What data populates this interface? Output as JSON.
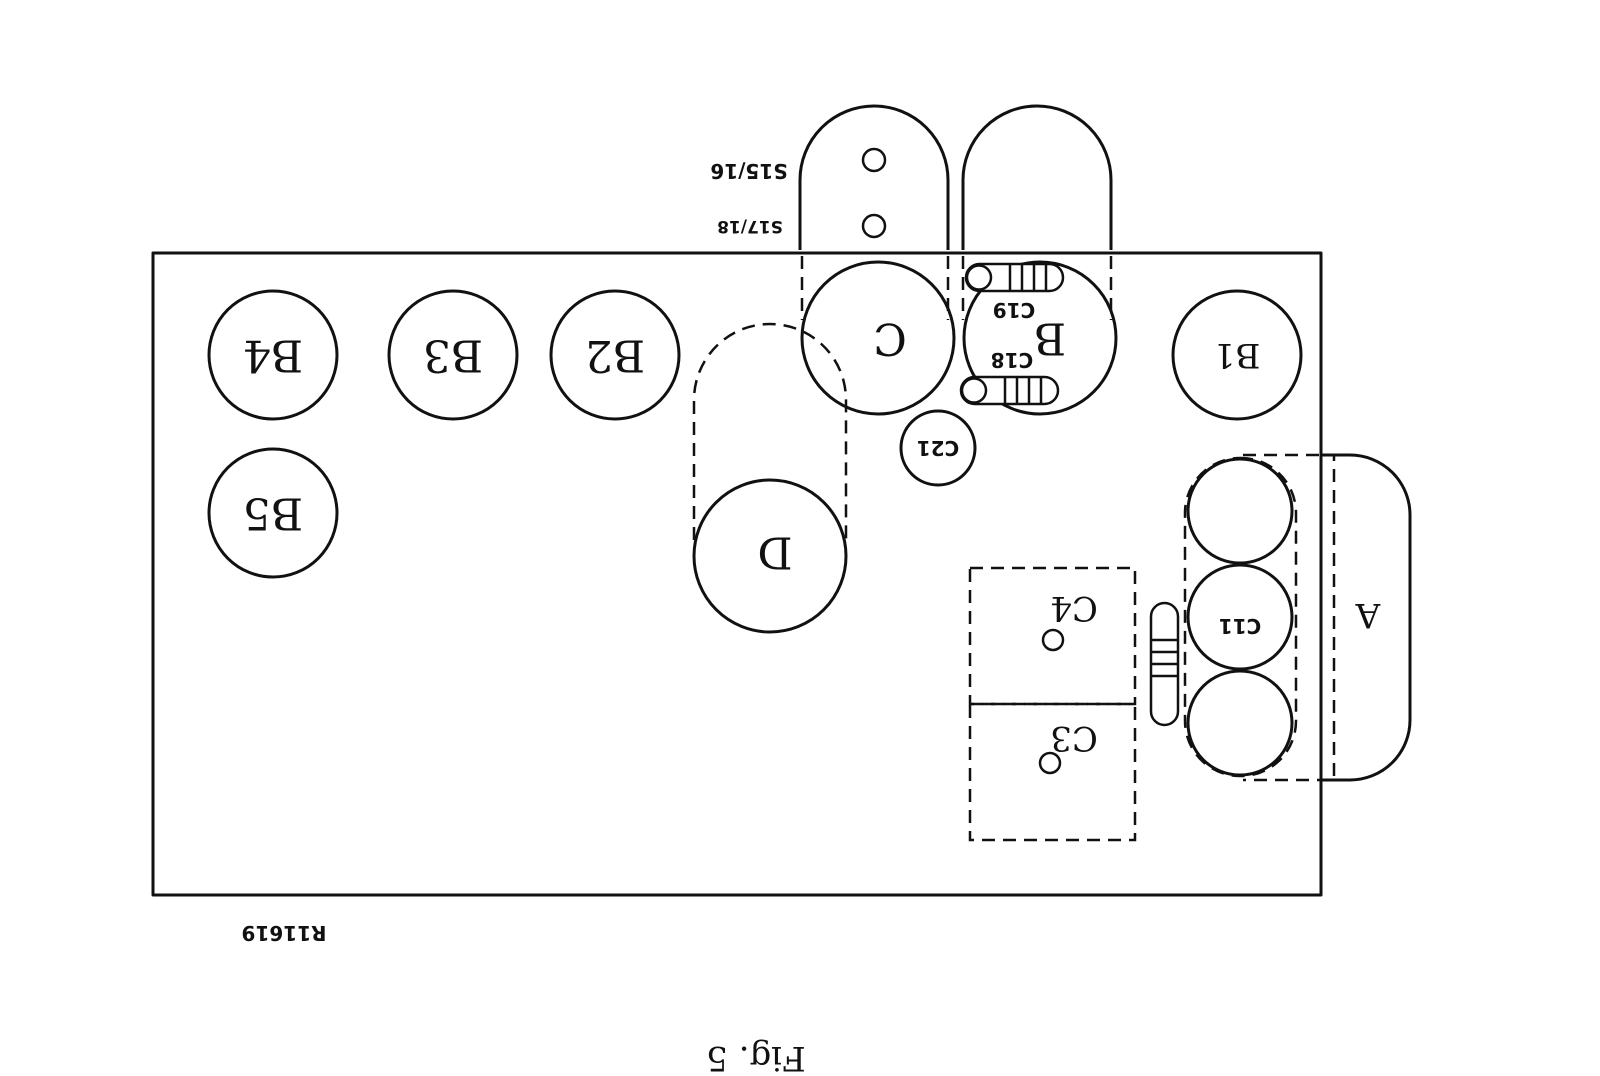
{
  "labels": {
    "b1": "B1",
    "b2": "B2",
    "b3": "B3",
    "b4": "B4",
    "b5": "B5",
    "b": "B",
    "c": "C",
    "d": "D",
    "a": "A",
    "c3": "C3",
    "c4": "C4",
    "c11": "C11",
    "c18": "C18",
    "c19": "C19",
    "c21": "C21",
    "s15_16": "S15/16",
    "s17_18": "S17/18",
    "drawing_number": "R11619",
    "figure": "Fig. 5"
  },
  "colors": {
    "ink": "#111111",
    "paper": "#ffffff"
  }
}
